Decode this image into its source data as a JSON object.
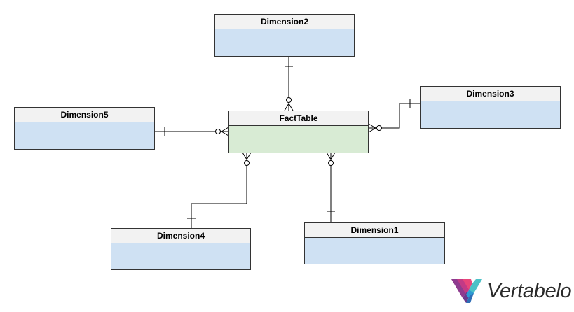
{
  "entities": {
    "dimension2": {
      "name": "Dimension2"
    },
    "dimension3": {
      "name": "Dimension3"
    },
    "dimension5": {
      "name": "Dimension5"
    },
    "fact_table": {
      "name": "FactTable"
    },
    "dimension4": {
      "name": "Dimension4"
    },
    "dimension1": {
      "name": "Dimension1"
    }
  },
  "colors": {
    "dimension_fill": "#cfe1f3",
    "fact_fill": "#d8ebd4",
    "header_fill": "#f2f2f2",
    "border": "#333333"
  },
  "relationships": [
    {
      "from": "Dimension2",
      "to": "FactTable",
      "from_cardinality": "one",
      "to_cardinality": "zero-or-many"
    },
    {
      "from": "Dimension3",
      "to": "FactTable",
      "from_cardinality": "one",
      "to_cardinality": "zero-or-many"
    },
    {
      "from": "Dimension5",
      "to": "FactTable",
      "from_cardinality": "one",
      "to_cardinality": "zero-or-many"
    },
    {
      "from": "Dimension4",
      "to": "FactTable",
      "from_cardinality": "one",
      "to_cardinality": "zero-or-many"
    },
    {
      "from": "Dimension1",
      "to": "FactTable",
      "from_cardinality": "one",
      "to_cardinality": "zero-or-many"
    }
  ],
  "logo": {
    "text": "Vertabelo",
    "icon": "vertabelo-logo-icon"
  }
}
